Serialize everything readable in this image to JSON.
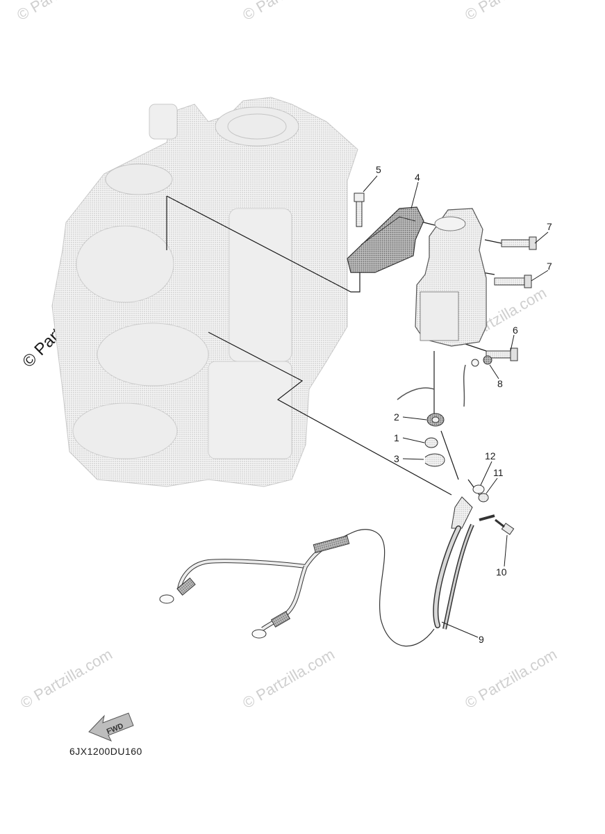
{
  "watermark": "© Partzilla.com",
  "callouts": [
    {
      "id": "1",
      "label": "1"
    },
    {
      "id": "2",
      "label": "2"
    },
    {
      "id": "3",
      "label": "3"
    },
    {
      "id": "4",
      "label": "4"
    },
    {
      "id": "5",
      "label": "5"
    },
    {
      "id": "6",
      "label": "6"
    },
    {
      "id": "7a",
      "label": "7"
    },
    {
      "id": "7b",
      "label": "7"
    },
    {
      "id": "8",
      "label": "8"
    },
    {
      "id": "9",
      "label": "9"
    },
    {
      "id": "10",
      "label": "10"
    },
    {
      "id": "11",
      "label": "11"
    },
    {
      "id": "12",
      "label": "12"
    }
  ],
  "direction_arrow": "FWD",
  "diagram_code": "6JX1200DU160"
}
